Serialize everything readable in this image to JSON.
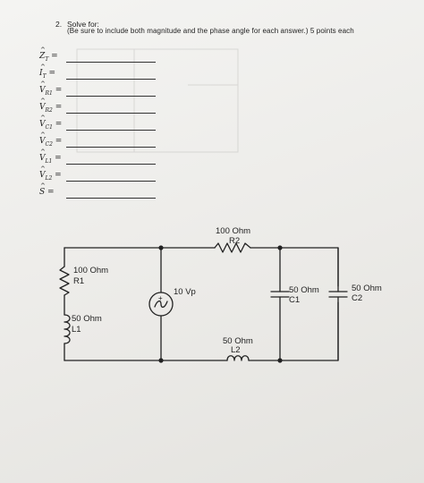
{
  "question": {
    "number": "2.",
    "prompt": "Solve for:",
    "instruction": "(Be sure to include both magnitude and the phase angle for each answer.) 5 points each"
  },
  "answers": [
    {
      "symbol": "Z",
      "sub": "T",
      "suffix": " ="
    },
    {
      "symbol": "I",
      "sub": "T",
      "suffix": " ="
    },
    {
      "symbol": "V",
      "sub": "R1",
      "suffix": " ="
    },
    {
      "symbol": "V",
      "sub": "R2",
      "suffix": " ="
    },
    {
      "symbol": "V",
      "sub": "C1",
      "suffix": " ="
    },
    {
      "symbol": "V",
      "sub": "C2",
      "suffix": " ="
    },
    {
      "symbol": "V",
      "sub": "L1",
      "suffix": " ="
    },
    {
      "symbol": "V",
      "sub": "L2",
      "suffix": " ="
    },
    {
      "symbol": "S",
      "sub": "",
      "suffix": " ="
    }
  ],
  "circuit": {
    "r1_value": "100 Ohm",
    "r1_name": "R1",
    "l1_value": "50 Ohm",
    "l1_name": "L1",
    "source_value": "10 Vp",
    "source_plus": "+",
    "r2_value": "100 Ohm",
    "r2_name": "R2",
    "l2_value": "50 Ohm",
    "l2_name": "L2",
    "c1_value": "50 Ohm",
    "c1_name": "C1",
    "c2_value": "50 Ohm",
    "c2_name": "C2"
  },
  "colors": {
    "ink": "#222222",
    "paper": "#efeeeb"
  }
}
